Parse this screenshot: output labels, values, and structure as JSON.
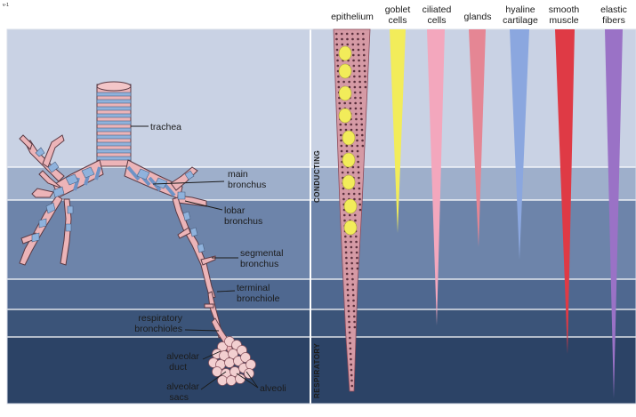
{
  "corner_mark": "v-1",
  "zones": {
    "conducting": "CONDUCTING",
    "respiratory": "RESPIRATORY"
  },
  "headers": [
    {
      "key": "epithelium",
      "lines": [
        "epithelium"
      ],
      "color": "#c89aa4"
    },
    {
      "key": "goblet",
      "lines": [
        "goblet",
        "cells"
      ],
      "color": "#f2ec5a"
    },
    {
      "key": "ciliated",
      "lines": [
        "ciliated",
        "cells"
      ],
      "color": "#f3a7bd"
    },
    {
      "key": "glands",
      "lines": [
        "glands"
      ],
      "color": "#e58694"
    },
    {
      "key": "cartilage",
      "lines": [
        "hyaline",
        "cartilage"
      ],
      "color": "#8ba7df"
    },
    {
      "key": "smooth",
      "lines": [
        "smooth",
        "muscle"
      ],
      "color": "#df3a45"
    },
    {
      "key": "elastic",
      "lines": [
        "elastic",
        "fibers"
      ],
      "color": "#9a72c6"
    }
  ],
  "labels": {
    "trachea": "trachea",
    "main_bronchus": [
      "main",
      "bronchus"
    ],
    "lobar_bronchus": [
      "lobar",
      "bronchus"
    ],
    "segmental_bronchus": [
      "segmental",
      "bronchus"
    ],
    "terminal_bronchiole": [
      "terminal",
      "bronchiole"
    ],
    "respiratory_bronchioles": [
      "respiratory",
      "bronchioles"
    ],
    "alveolar_duct": [
      "alveolar",
      "duct"
    ],
    "alveolar_sacs": [
      "alveolar",
      "sacs"
    ],
    "alveoli": "alveoli"
  },
  "colors": {
    "band1": "#c9d2e4",
    "band2": "#9eafcb",
    "band3": "#6d84aa",
    "band4": "#4f6890",
    "band5": "#3b5479",
    "band6": "#2c4366",
    "airway_pink": "#ecb4b8",
    "cartilage_blue": "#8fb2dc",
    "alveoli": "#f2cfd0"
  }
}
